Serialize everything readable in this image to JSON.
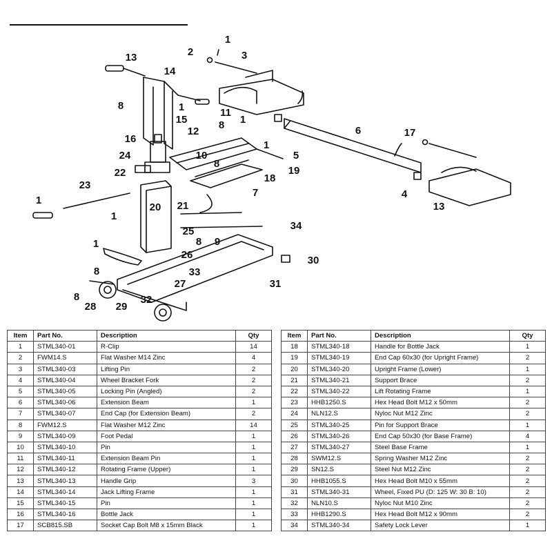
{
  "diagram": {
    "callouts": [
      "1",
      "2",
      "3",
      "13",
      "14",
      "8",
      "1",
      "15",
      "11",
      "1",
      "6",
      "16",
      "12",
      "8",
      "10",
      "1",
      "5",
      "17",
      "24",
      "8",
      "19",
      "22",
      "18",
      "23",
      "7",
      "4",
      "13",
      "1",
      "20",
      "1",
      "21",
      "34",
      "25",
      "8",
      "9",
      "1",
      "26",
      "30",
      "8",
      "33",
      "27",
      "31",
      "8",
      "32",
      "28",
      "29"
    ]
  },
  "tables": {
    "headers": {
      "item": "Item",
      "part_no": "Part No.",
      "description": "Description",
      "qty": "Qty"
    },
    "left": [
      {
        "item": "1",
        "part_no": "STML340-01",
        "description": "R-Clip",
        "qty": "14"
      },
      {
        "item": "2",
        "part_no": "FWM14.S",
        "description": "Flat Washer M14 Zinc",
        "qty": "4"
      },
      {
        "item": "3",
        "part_no": "STML340-03",
        "description": "Lifting Pin",
        "qty": "2"
      },
      {
        "item": "4",
        "part_no": "STML340-04",
        "description": "Wheel Bracket Fork",
        "qty": "2"
      },
      {
        "item": "5",
        "part_no": "STML340-05",
        "description": "Locking Pin (Angled)",
        "qty": "2"
      },
      {
        "item": "6",
        "part_no": "STML340-06",
        "description": "Extension Beam",
        "qty": "1"
      },
      {
        "item": "7",
        "part_no": "STML340-07",
        "description": "End Cap (for Extension Beam)",
        "qty": "2"
      },
      {
        "item": "8",
        "part_no": "FWM12.S",
        "description": "Flat Washer M12 Zinc",
        "qty": "14"
      },
      {
        "item": "9",
        "part_no": "STML340-09",
        "description": "Foot Pedal",
        "qty": "1"
      },
      {
        "item": "10",
        "part_no": "STML340-10",
        "description": "Pin",
        "qty": "1"
      },
      {
        "item": "11",
        "part_no": "STML340-11",
        "description": "Extension Beam Pin",
        "qty": "1"
      },
      {
        "item": "12",
        "part_no": "STML340-12",
        "description": "Rotating Frame (Upper)",
        "qty": "1"
      },
      {
        "item": "13",
        "part_no": "STML340-13",
        "description": "Handle Grip",
        "qty": "3"
      },
      {
        "item": "14",
        "part_no": "STML340-14",
        "description": "Jack Lifting Frame",
        "qty": "1"
      },
      {
        "item": "15",
        "part_no": "STML340-15",
        "description": "Pin",
        "qty": "1"
      },
      {
        "item": "16",
        "part_no": "STML340-16",
        "description": "Bottle Jack",
        "qty": "1"
      },
      {
        "item": "17",
        "part_no": "SCB815.SB",
        "description": "Socket Cap Bolt M8 x 15mm Black",
        "qty": "1"
      }
    ],
    "right": [
      {
        "item": "18",
        "part_no": "STML340-18",
        "description": "Handle for Bottle Jack",
        "qty": "1"
      },
      {
        "item": "19",
        "part_no": "STML340-19",
        "description": "End Cap 60x30 (for Upright Frame)",
        "qty": "2"
      },
      {
        "item": "20",
        "part_no": "STML340-20",
        "description": "Upright Frame (Lower)",
        "qty": "1"
      },
      {
        "item": "21",
        "part_no": "STML340-21",
        "description": "Support Brace",
        "qty": "2"
      },
      {
        "item": "22",
        "part_no": "STML340-22",
        "description": "Lift Rotating Frame",
        "qty": "1"
      },
      {
        "item": "23",
        "part_no": "HHB1250.S",
        "description": "Hex Head Bolt M12 x 50mm",
        "qty": "2"
      },
      {
        "item": "24",
        "part_no": "NLN12.S",
        "description": "Nyloc Nut M12 Zinc",
        "qty": "2"
      },
      {
        "item": "25",
        "part_no": "STML340-25",
        "description": "Pin for Support Brace",
        "qty": "1"
      },
      {
        "item": "26",
        "part_no": "STML340-26",
        "description": "End Cap 50x30 (for Base Frame)",
        "qty": "4"
      },
      {
        "item": "27",
        "part_no": "STML340-27",
        "description": "Steel Base Frame",
        "qty": "1"
      },
      {
        "item": "28",
        "part_no": "SWM12.S",
        "description": "Spring Washer M12 Zinc",
        "qty": "2"
      },
      {
        "item": "29",
        "part_no": "SN12.S",
        "description": "Steel Nut M12 Zinc",
        "qty": "2"
      },
      {
        "item": "30",
        "part_no": "HHB1055.S",
        "description": "Hex Head Bolt M10 x 55mm",
        "qty": "2"
      },
      {
        "item": "31",
        "part_no": "STML340-31",
        "description": "Wheel, Fixed PU (D: 125 W: 30 B: 10)",
        "qty": "2"
      },
      {
        "item": "32",
        "part_no": "NLN10.S",
        "description": "Nyloc Nut M10 Zinc",
        "qty": "2"
      },
      {
        "item": "33",
        "part_no": "HHB1290.S",
        "description": "Hex Head Bolt M12 x 90mm",
        "qty": "2"
      },
      {
        "item": "34",
        "part_no": "STML340-34",
        "description": "Safety Lock Lever",
        "qty": "1"
      }
    ]
  }
}
